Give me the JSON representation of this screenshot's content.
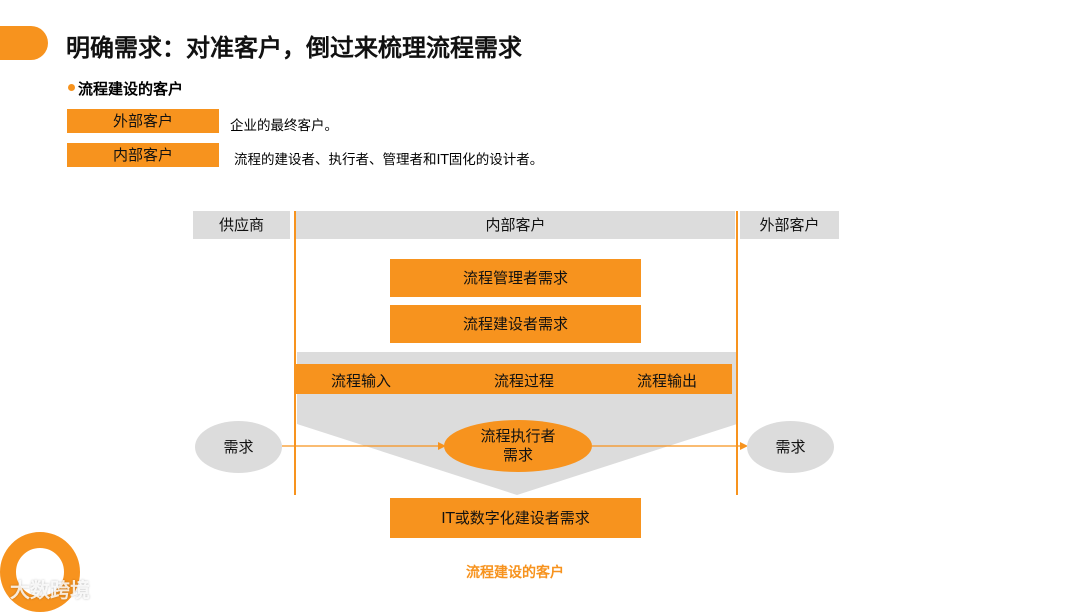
{
  "slide": {
    "title": "明确需求：对准客户，倒过来梳理流程需求",
    "bullet": "流程建设的客户",
    "customers": [
      {
        "tag": "外部客户",
        "desc": "企业的最终客户。"
      },
      {
        "tag": "内部客户",
        "desc": "流程的建设者、执行者、管理者和IT固化的设计者。"
      }
    ]
  },
  "diagram": {
    "headers": {
      "supplier": "供应商",
      "internal": "内部客户",
      "external": "外部客户"
    },
    "manager_need": "流程管理者需求",
    "builder_need": "流程建设者需求",
    "flow": {
      "input": "流程输入",
      "process": "流程过程",
      "output": "流程输出"
    },
    "executor_line1": "流程执行者",
    "executor_line2": "需求",
    "left_need": "需求",
    "right_need": "需求",
    "it_need": "IT或数字化建设者需求",
    "caption": "流程建设的客户"
  },
  "watermark": "大数跨境",
  "colors": {
    "accent": "#F7931E",
    "gray": "#DCDCDC"
  }
}
